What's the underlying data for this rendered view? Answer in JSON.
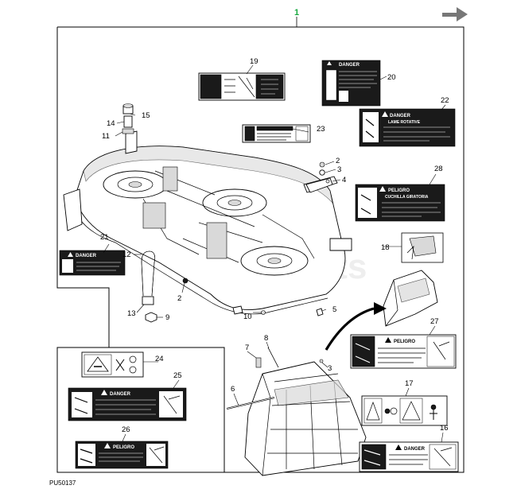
{
  "diagram": {
    "group_number": "1",
    "doc_id": "PU50137",
    "watermark": "enParts",
    "callouts": {
      "c1": "1",
      "c2a": "2",
      "c2b": "2",
      "c3a": "3",
      "c3b": "3",
      "c4": "4",
      "c5": "5",
      "c6": "6",
      "c7": "7",
      "c8": "8",
      "c9": "9",
      "c10": "10",
      "c11": "11",
      "c12": "12",
      "c13": "13",
      "c14": "14",
      "c15": "15",
      "c16": "16",
      "c17": "17",
      "c18": "18",
      "c19": "19",
      "c20": "20",
      "c21": "21",
      "c22": "22",
      "c23": "23",
      "c24": "24",
      "c25": "25",
      "c26": "26",
      "c27": "27",
      "c28": "28"
    },
    "labels": {
      "danger": "DANGER",
      "peligro": "PELIGRO",
      "lame_rotative": "LAME ROTATIVE",
      "cuchilla_giratoria": "CUCHILLA GIRATORIA"
    }
  },
  "colors": {
    "group_number": "#17a83e",
    "nav_arrow": "#777777",
    "decal_black": "#1a1a1a"
  },
  "icons": [
    "next-arrow-icon",
    "warning-triangle-icon",
    "hand-hazard-icon"
  ]
}
